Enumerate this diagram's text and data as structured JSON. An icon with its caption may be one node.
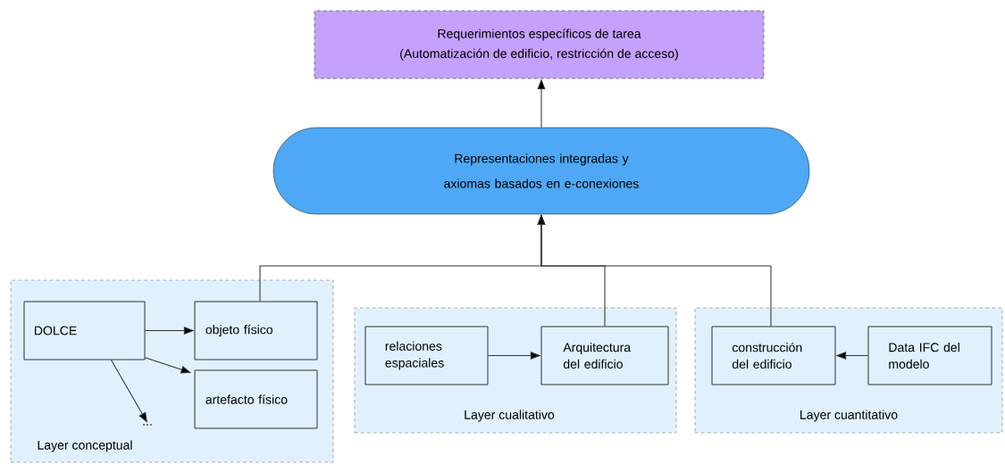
{
  "diagram": {
    "nodes": [
      {
        "text": [
          "Requerimientos específicos de tarea",
          "(Automatización de edificio, restricción de acceso)"
        ]
      },
      {
        "text": [
          "Representaciones integradas y axiomas basados en e-conexiones"
        ]
      },
      {
        "text": [
          "Layer conceptual"
        ]
      },
      {
        "text": [
          "DOLCE"
        ],
        "in": 2
      },
      {
        "text": [
          "objeto físico"
        ],
        "in": 2
      },
      {
        "text": [
          "artefacto físico"
        ],
        "in": 2
      },
      {
        "text": [
          "..."
        ],
        "in": 2
      },
      {
        "text": [
          "Layer cualitativo"
        ]
      },
      {
        "text": [
          "relaciones espaciales"
        ],
        "in": 7
      },
      {
        "text": [
          "Arquitectura del edificio"
        ],
        "in": 7
      },
      {
        "text": [
          "Layer cuantitativo"
        ]
      },
      {
        "text": [
          "construcción del edificio"
        ],
        "in": 10
      },
      {
        "text": [
          "Data IFC del modelo"
        ],
        "in": 10
      }
    ],
    "edges": [
      {
        "from": 1,
        "to": 0,
        "arrow": "to"
      },
      {
        "from": 4,
        "to": 1,
        "arrow": "to"
      },
      {
        "from": 9,
        "to": 1,
        "arrow": "to"
      },
      {
        "from": 11,
        "to": 1,
        "arrow": "to"
      },
      {
        "from": 3,
        "to": 4,
        "arrow": "to"
      },
      {
        "from": 3,
        "to": 5,
        "arrow": "to"
      },
      {
        "from": 3,
        "to": 6,
        "arrow": "to"
      },
      {
        "from": 8,
        "to": 9,
        "arrow": "to"
      },
      {
        "from": 12,
        "to": 11,
        "arrow": "to"
      }
    ]
  }
}
